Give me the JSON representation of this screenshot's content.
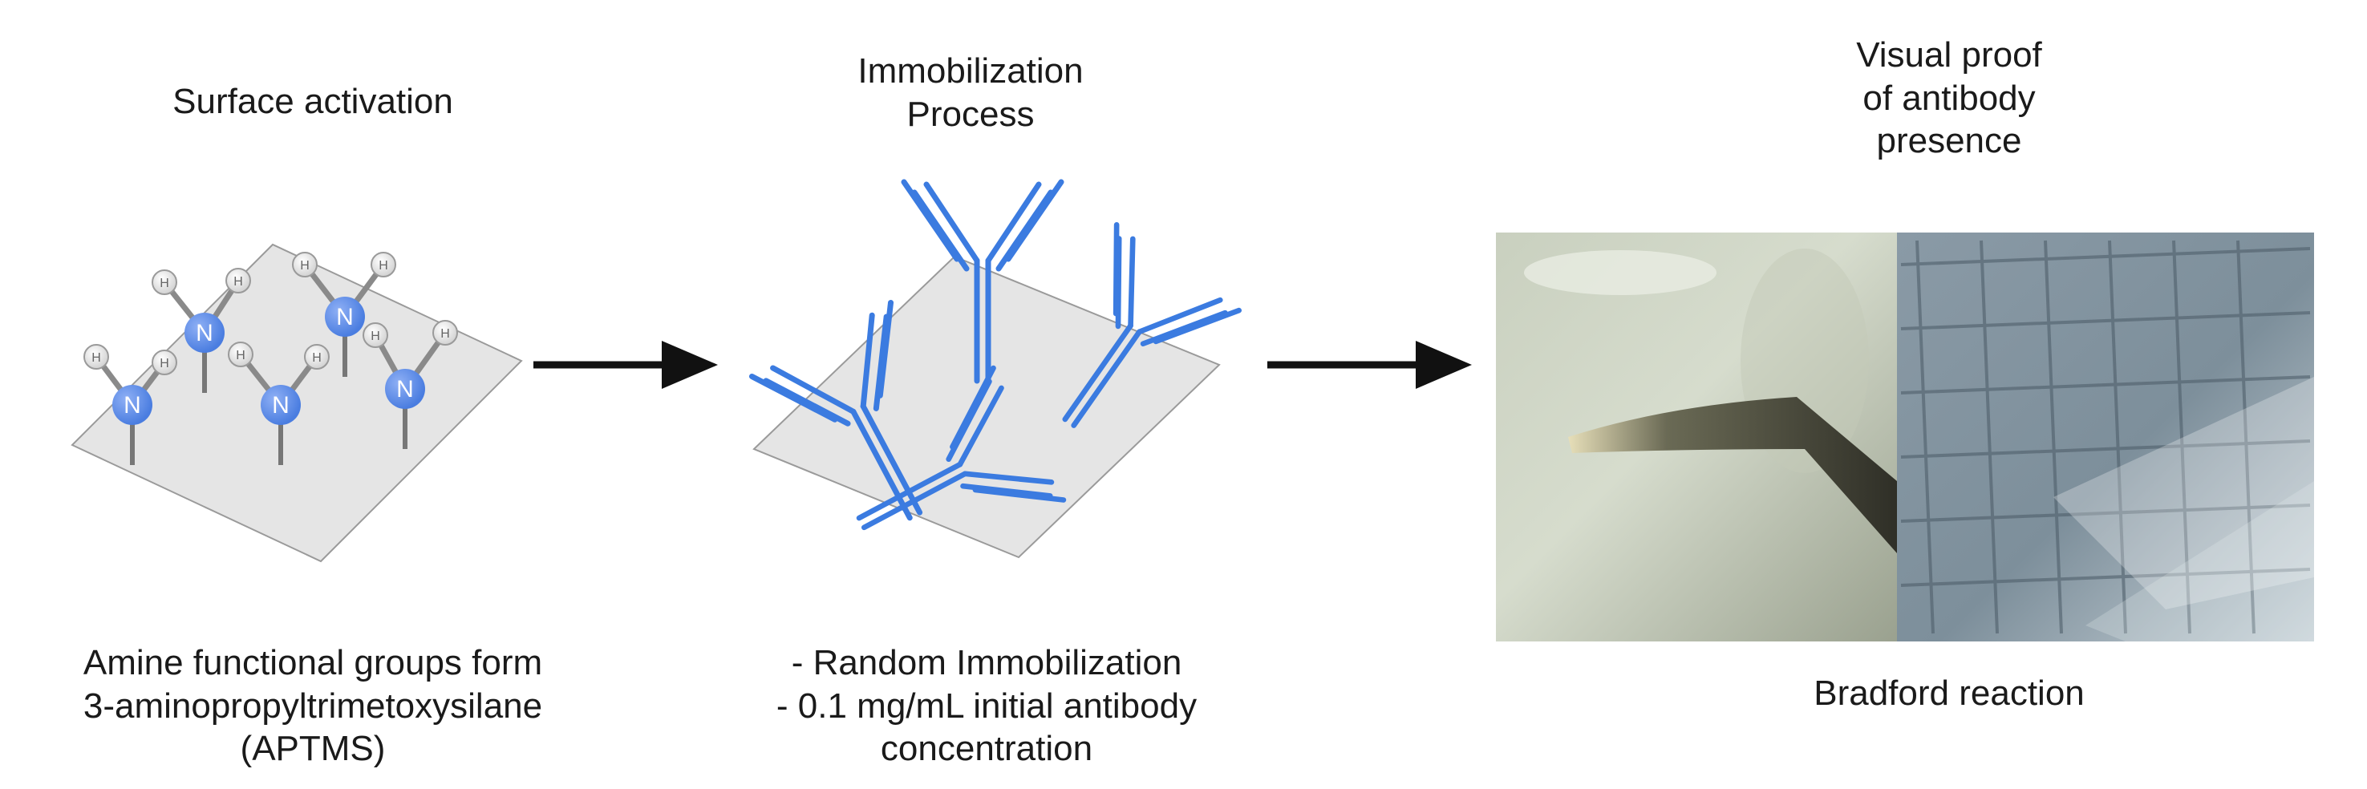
{
  "figure": {
    "panels": [
      {
        "title": "Surface activation",
        "caption": "Amine functional groups form\n3-aminopropyltrimetoxysilane\n(APTMS)",
        "atom_symbol": "N",
        "hydrogen_symbol": "H"
      },
      {
        "title": "Immobilization\nProcess",
        "caption": "- Random Immobilization\n- 0.1 mg/mL initial antibody\nconcentration"
      },
      {
        "title": "Visual proof\nof antibody\npresence",
        "caption": "Bradford reaction"
      }
    ],
    "colors": {
      "nitrogen": "#4a7de0",
      "antibody": "#3b7be0",
      "surface": "#e5e5e5",
      "arrow": "#111111"
    }
  }
}
